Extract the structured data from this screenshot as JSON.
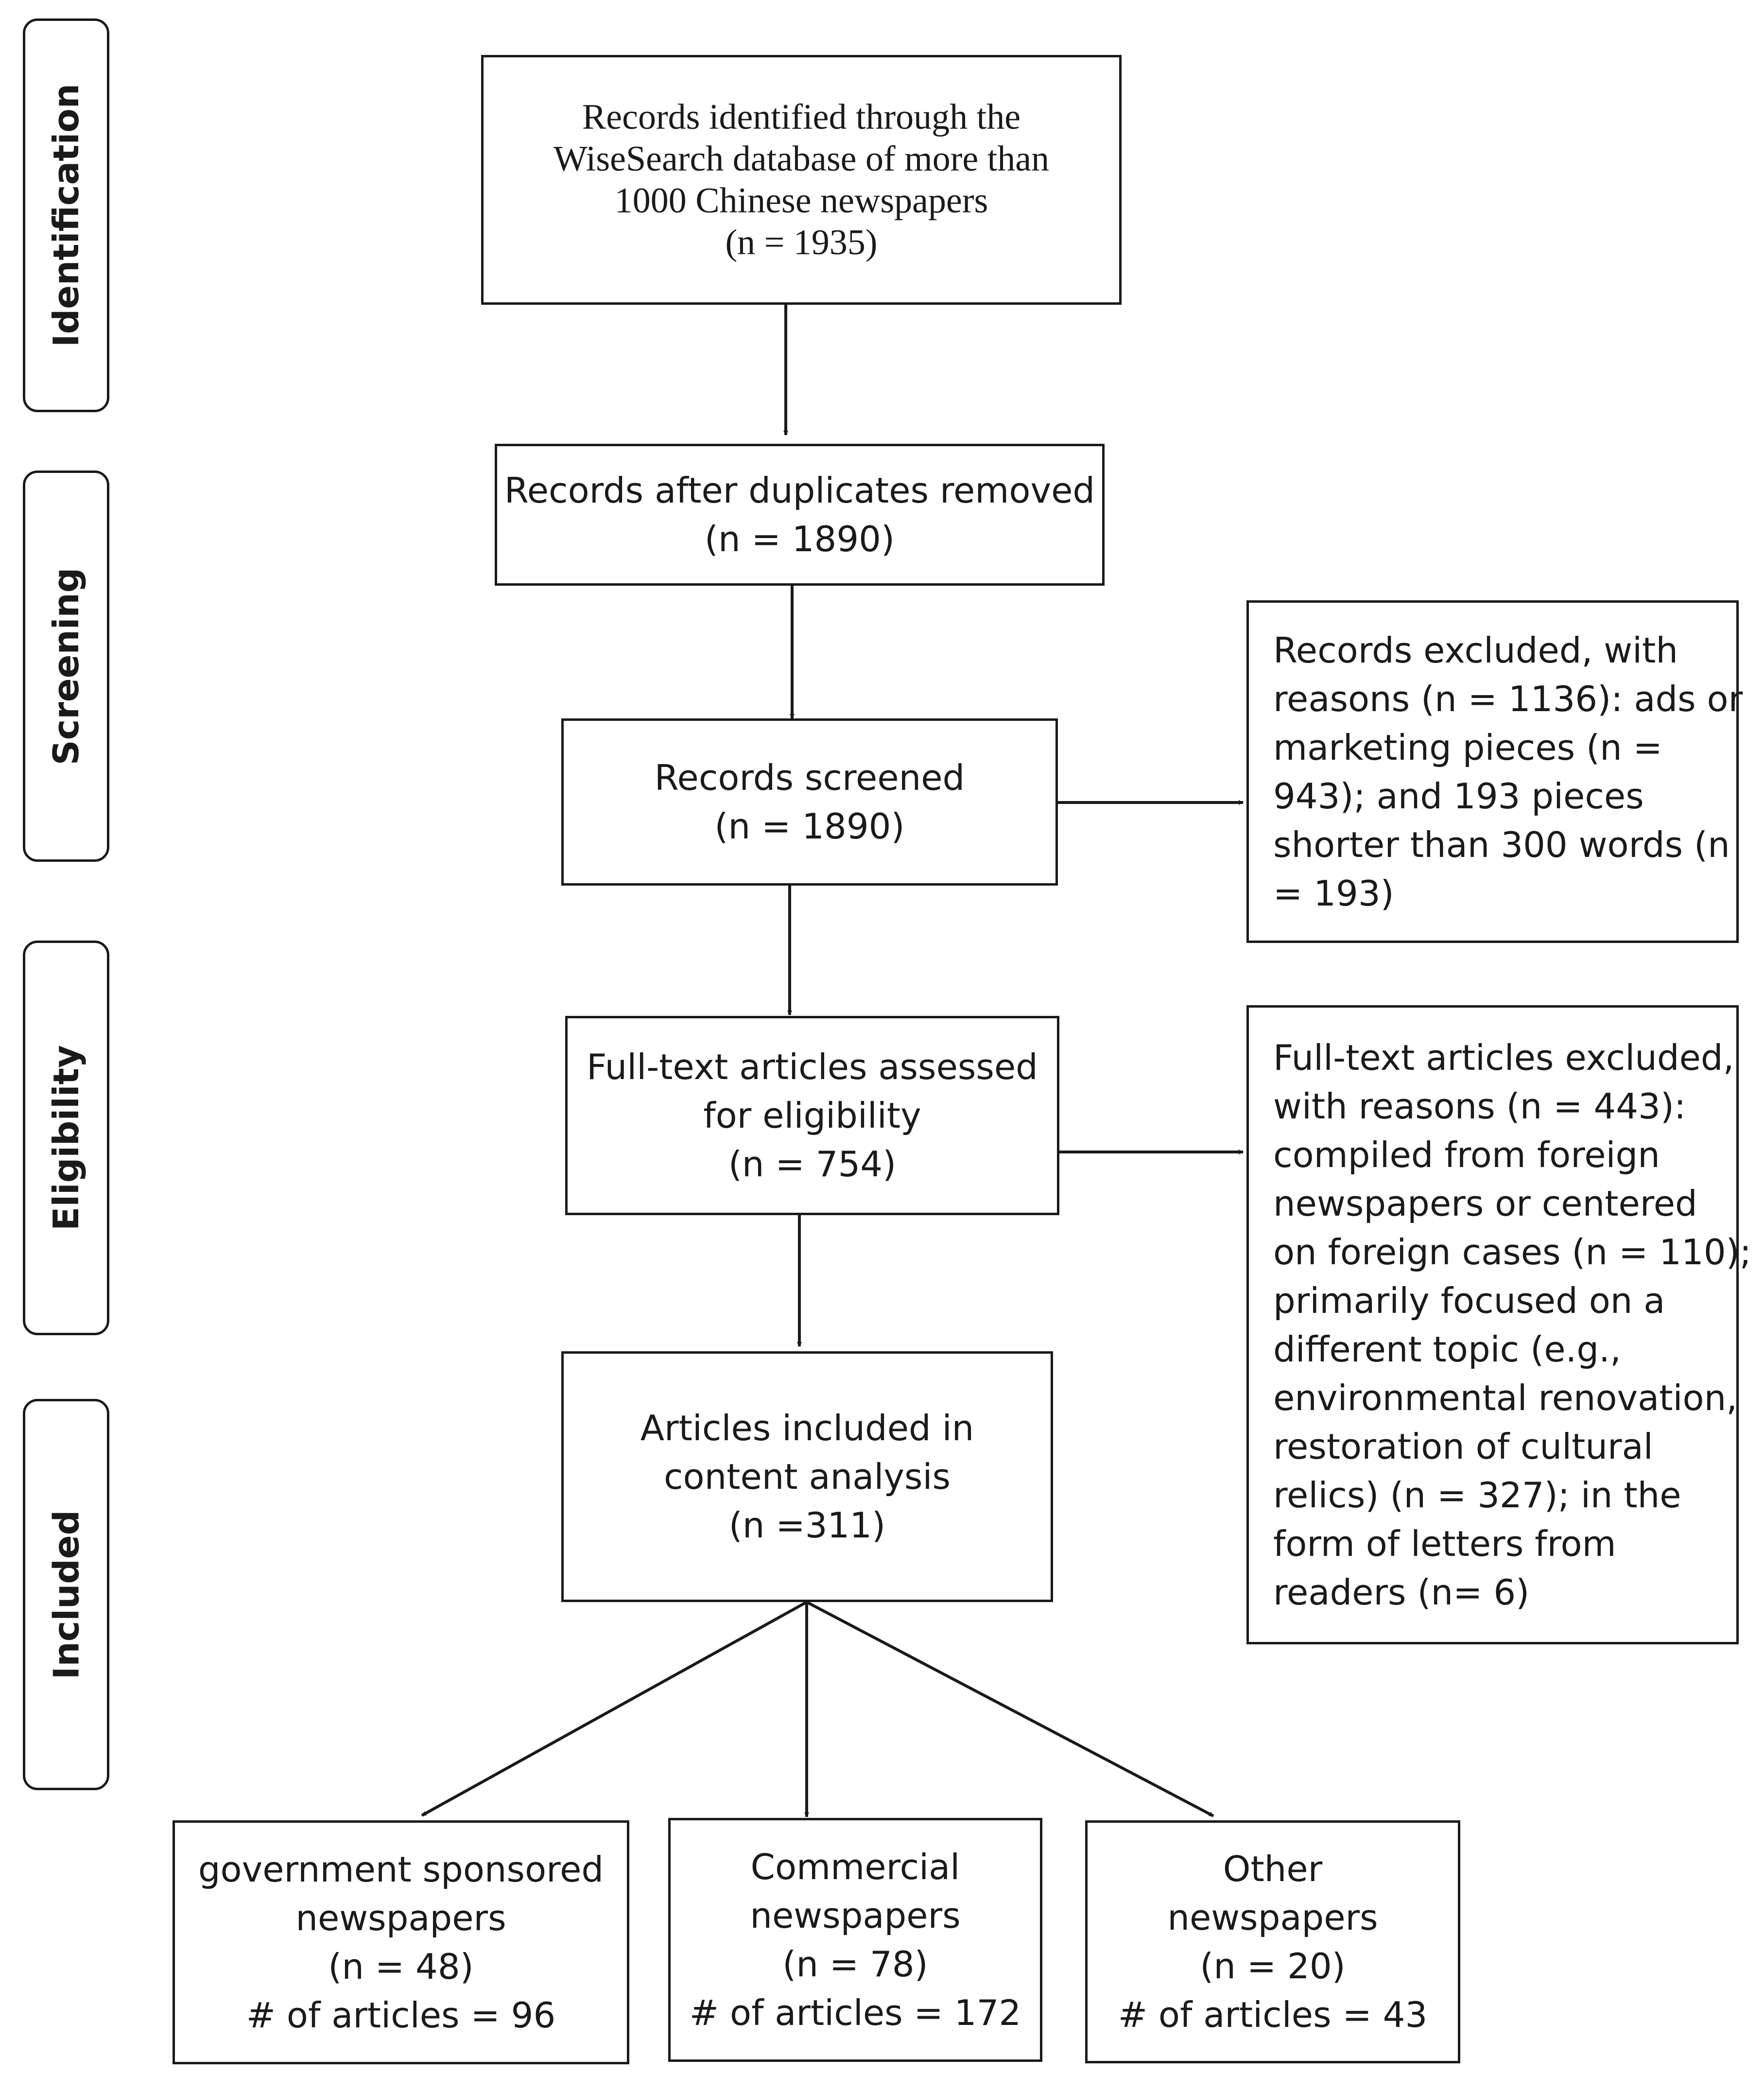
{
  "stages": [
    {
      "id": "identification",
      "label": "Identification"
    },
    {
      "id": "screening",
      "label": "Screening"
    },
    {
      "id": "eligibility",
      "label": "Eligibility"
    },
    {
      "id": "included",
      "label": "Included"
    }
  ],
  "boxes": {
    "identified": {
      "lines": [
        "Records identified through the",
        "WiseSearch database of more than",
        "1000 Chinese newspapers",
        "(n = 1935)"
      ]
    },
    "deduplicated": {
      "lines": [
        "Records after duplicates removed",
        "(n = 1890)"
      ]
    },
    "screened": {
      "lines": [
        "Records screened",
        "(n = 1890)"
      ]
    },
    "excluded_screening": {
      "lines": [
        "Records excluded, with",
        "reasons (n = 1136): ads or",
        "marketing pieces (n =",
        "943); and 193 pieces",
        "shorter than 300 words (n",
        "= 193)"
      ]
    },
    "full_text": {
      "lines": [
        "Full-text articles assessed",
        "for eligibility",
        "(n = 754)"
      ]
    },
    "excluded_full_text": {
      "lines": [
        "Full-text articles excluded,",
        "with reasons (n = 443):",
        "compiled from foreign",
        "newspapers or centered",
        "on foreign cases (n = 110);",
        "primarily focused on a",
        "different topic (e.g.,",
        "environmental renovation,",
        "restoration of cultural",
        "relics) (n = 327); in the",
        "form of letters from",
        "readers (n= 6)"
      ]
    },
    "included": {
      "lines": [
        "Articles included in",
        "content analysis",
        "(n =311)"
      ]
    },
    "government": {
      "lines": [
        "government sponsored",
        "newspapers",
        "(n = 48)",
        "# of articles = 96"
      ]
    },
    "commercial": {
      "lines": [
        "Commercial",
        "newspapers",
        "(n = 78)",
        "# of articles = 172"
      ]
    },
    "other": {
      "lines": [
        "Other",
        "newspapers",
        "(n = 20)",
        "# of articles = 43"
      ]
    }
  }
}
